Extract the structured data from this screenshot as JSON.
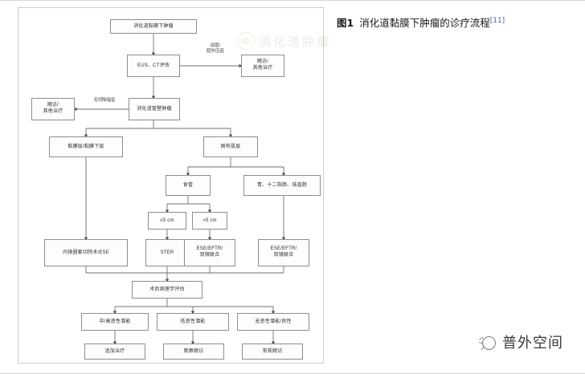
{
  "caption": {
    "number": "图1",
    "title": "消化道黏膜下肿瘤的诊疗流程",
    "reference": "[11]"
  },
  "watermark": {
    "text": "消化道肿瘤",
    "icon": "seal-icon"
  },
  "brand": {
    "text": "普外空间",
    "icon": "brand-logo-icon"
  },
  "flowchart": {
    "nodes": {
      "n1": {
        "label": "消化道黏膜下肿瘤"
      },
      "n2": {
        "label": "EUS、CT评估"
      },
      "n3": {
        "label": "随访/",
        "label2": "其他治疗"
      },
      "n4": {
        "label": "消化道管壁肿瘤"
      },
      "n5": {
        "label": "随访/",
        "label2": "其他治疗"
      },
      "n6": {
        "label": "黏膜层/黏膜下层"
      },
      "n7": {
        "label": "固有肌层"
      },
      "n8": {
        "label": "食管"
      },
      "n9": {
        "label": "胃、十二指肠、结直肠"
      },
      "n10": {
        "label": "≤5 cm"
      },
      "n11": {
        "label": ">5 cm"
      },
      "n12": {
        "label": "内镜圈套切除术/ESE"
      },
      "n13": {
        "label": "STER"
      },
      "n14": {
        "label": "ESE/EFTR/",
        "label2": "双镜联合"
      },
      "n15": {
        "label": "ESE/EFTR/",
        "label2": "双镜联合"
      },
      "n16": {
        "label": "术后病理学评估"
      },
      "n17": {
        "label": "中/高恶性潜能"
      },
      "n18": {
        "label": "低恶性潜能"
      },
      "n19": {
        "label": "无恶性潜能/良性"
      },
      "n20": {
        "label": "追加治疗"
      },
      "n21": {
        "label": "观察随访"
      },
      "n22": {
        "label": "常规随访"
      }
    },
    "edge_labels": {
      "e1": {
        "line1": "血管/",
        "line2": "腔外压迫"
      },
      "e2": {
        "line1": "无切除指征"
      }
    }
  },
  "colors": {
    "node_border": "#8e8e8e",
    "node_fill": "#fdfdfd",
    "connector": "#6f6f6f",
    "frame_border": "#cdcdcd",
    "reference_link": "#3a5fa8",
    "text": "#2b2b2b"
  }
}
